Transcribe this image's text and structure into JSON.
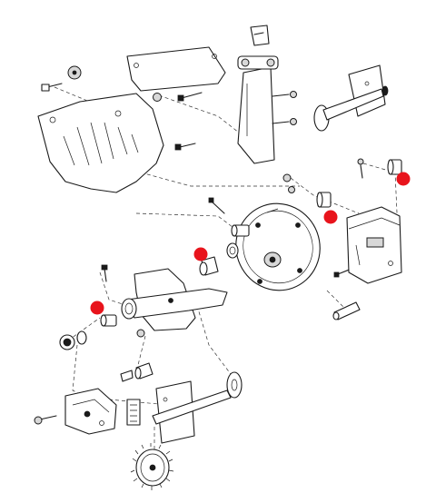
{
  "diagram": {
    "kind": "exploded-parts-view",
    "highlight_color": "#e8141c",
    "line_color": "#1a1a1a",
    "background": "#ffffff",
    "highlighted_parts": [
      "bushing",
      "bushing",
      "bushing",
      "bushing"
    ]
  }
}
